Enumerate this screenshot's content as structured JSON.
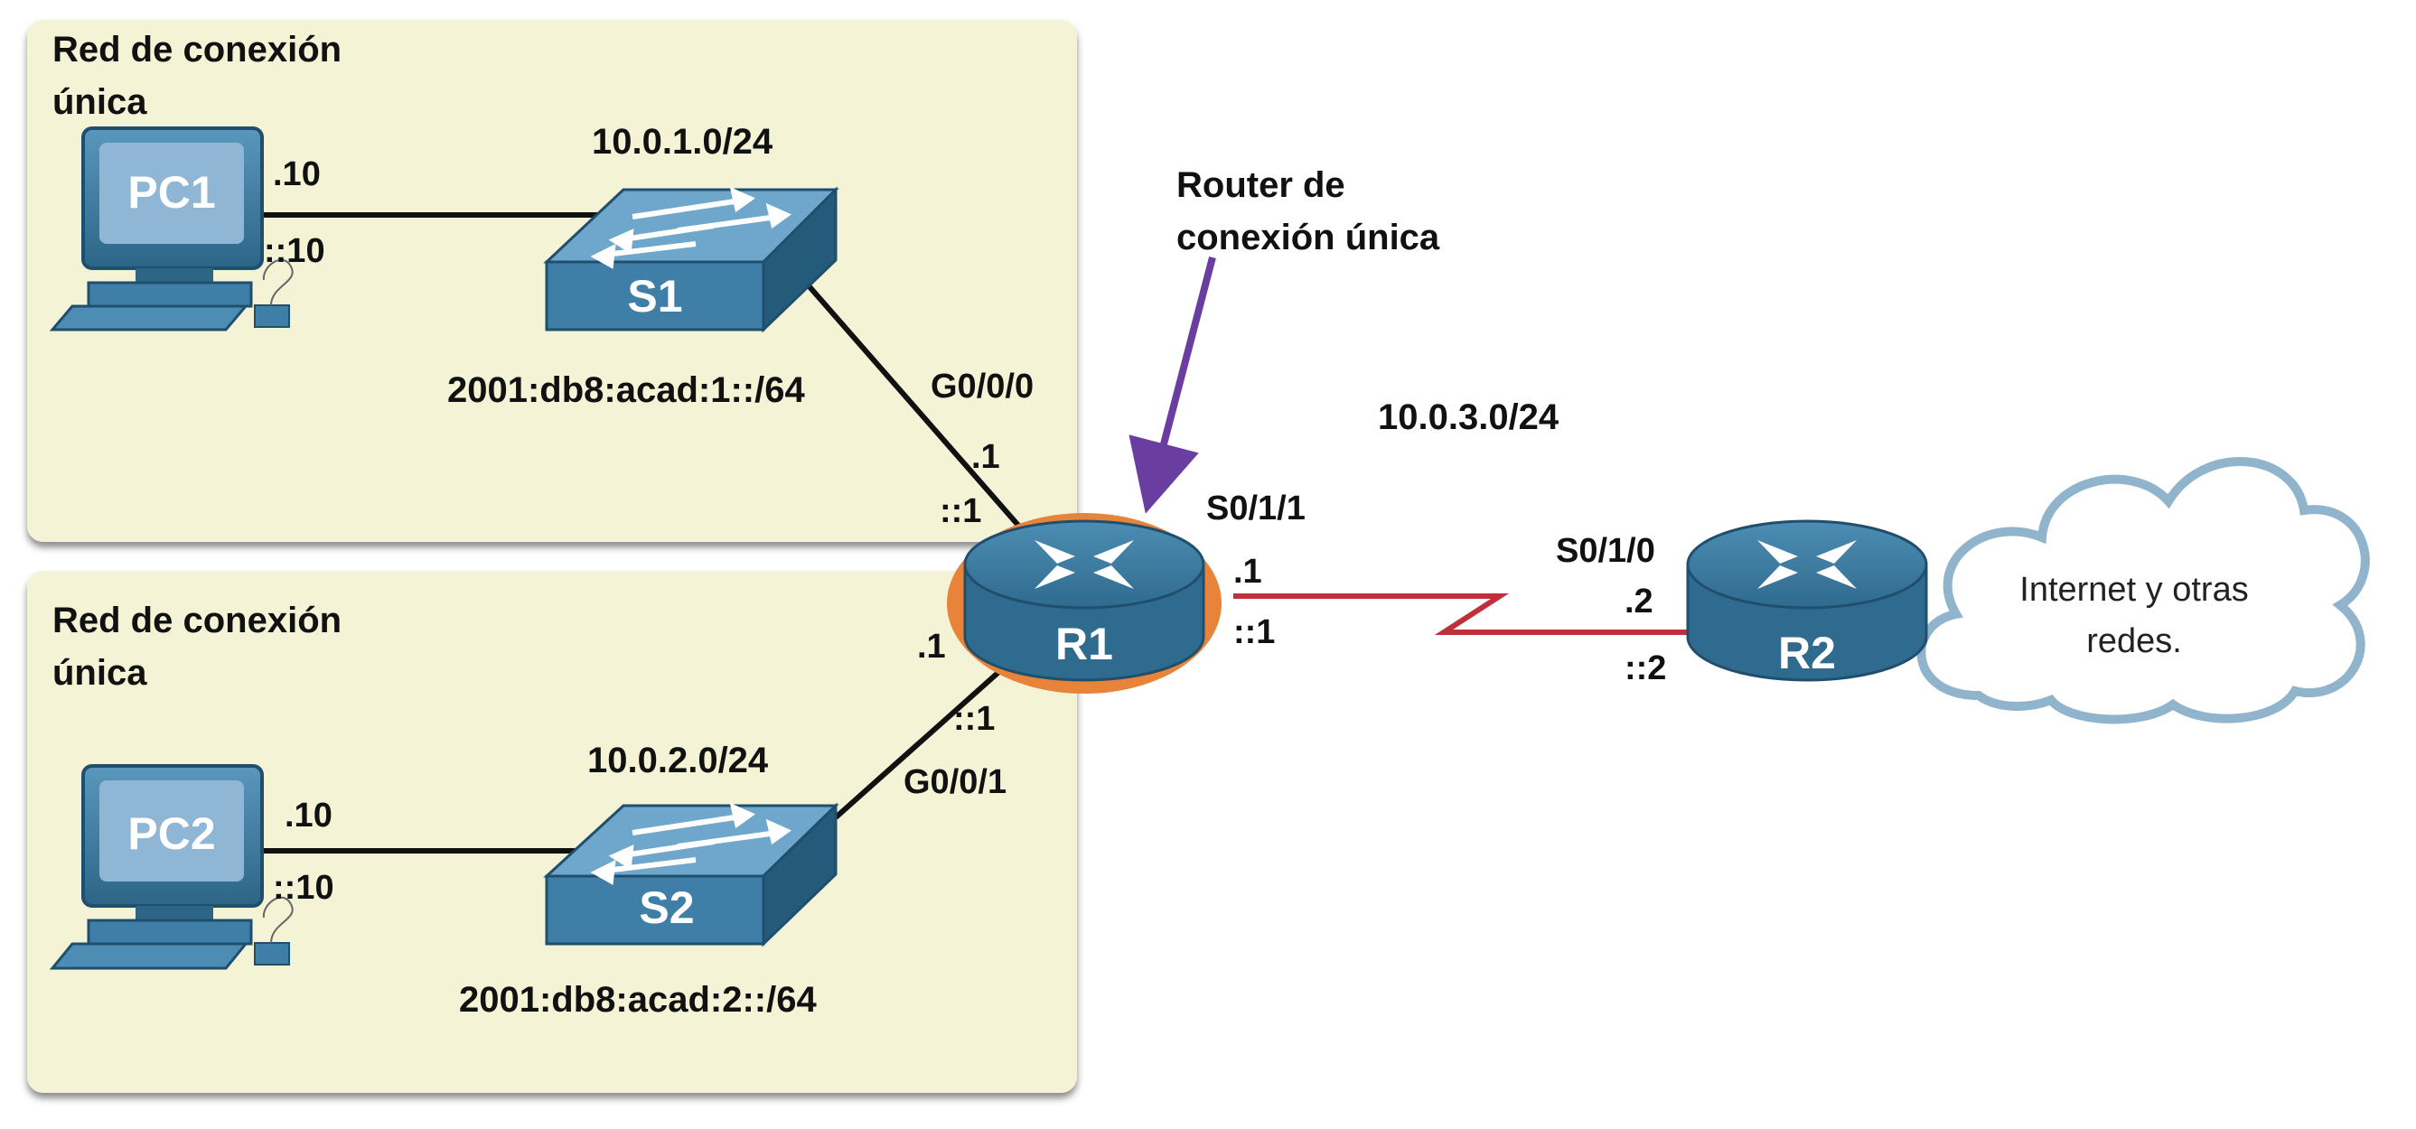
{
  "colors": {
    "zone_fill": "#f4f3d6",
    "device_blue": "#3f7ea6",
    "device_dark": "#245a7a",
    "link_black": "#111111",
    "serial_red": "#c0303a",
    "callout_purple": "#6a3ea1",
    "highlight_orange": "#e8833a",
    "cloud_outline": "#8fb4cc"
  },
  "zones": [
    {
      "title_line1": "Red de conexión",
      "title_line2": "única"
    },
    {
      "title_line1": "Red de conexión",
      "title_line2": "única"
    }
  ],
  "devices": {
    "pc1": {
      "label": "PC1",
      "ipv4": ".10",
      "ipv6": "::10"
    },
    "pc2": {
      "label": "PC2",
      "ipv4": ".10",
      "ipv6": "::10"
    },
    "s1": {
      "label": "S1",
      "ipv4_net": "10.0.1.0/24",
      "ipv6_net": "2001:db8:acad:1::/64"
    },
    "s2": {
      "label": "S2",
      "ipv4_net": "10.0.2.0/24",
      "ipv6_net": "2001:db8:acad:2::/64"
    },
    "r1": {
      "label": "R1",
      "g000": {
        "name": "G0/0/0",
        "ipv4": ".1",
        "ipv6": "::1"
      },
      "g001": {
        "name": "G0/0/1",
        "ipv4": ".1",
        "ipv6": "::1"
      },
      "s011": {
        "name": "S0/1/1",
        "ipv4": ".1",
        "ipv6": "::1"
      }
    },
    "r2": {
      "label": "R2",
      "s010": {
        "name": "S0/1/0",
        "ipv4": ".2",
        "ipv6": "::2"
      }
    }
  },
  "wan_net": "10.0.3.0/24",
  "callout": {
    "line1": "Router de",
    "line2": "conexión única"
  },
  "cloud": {
    "line1": "Internet y otras",
    "line2": "redes."
  }
}
